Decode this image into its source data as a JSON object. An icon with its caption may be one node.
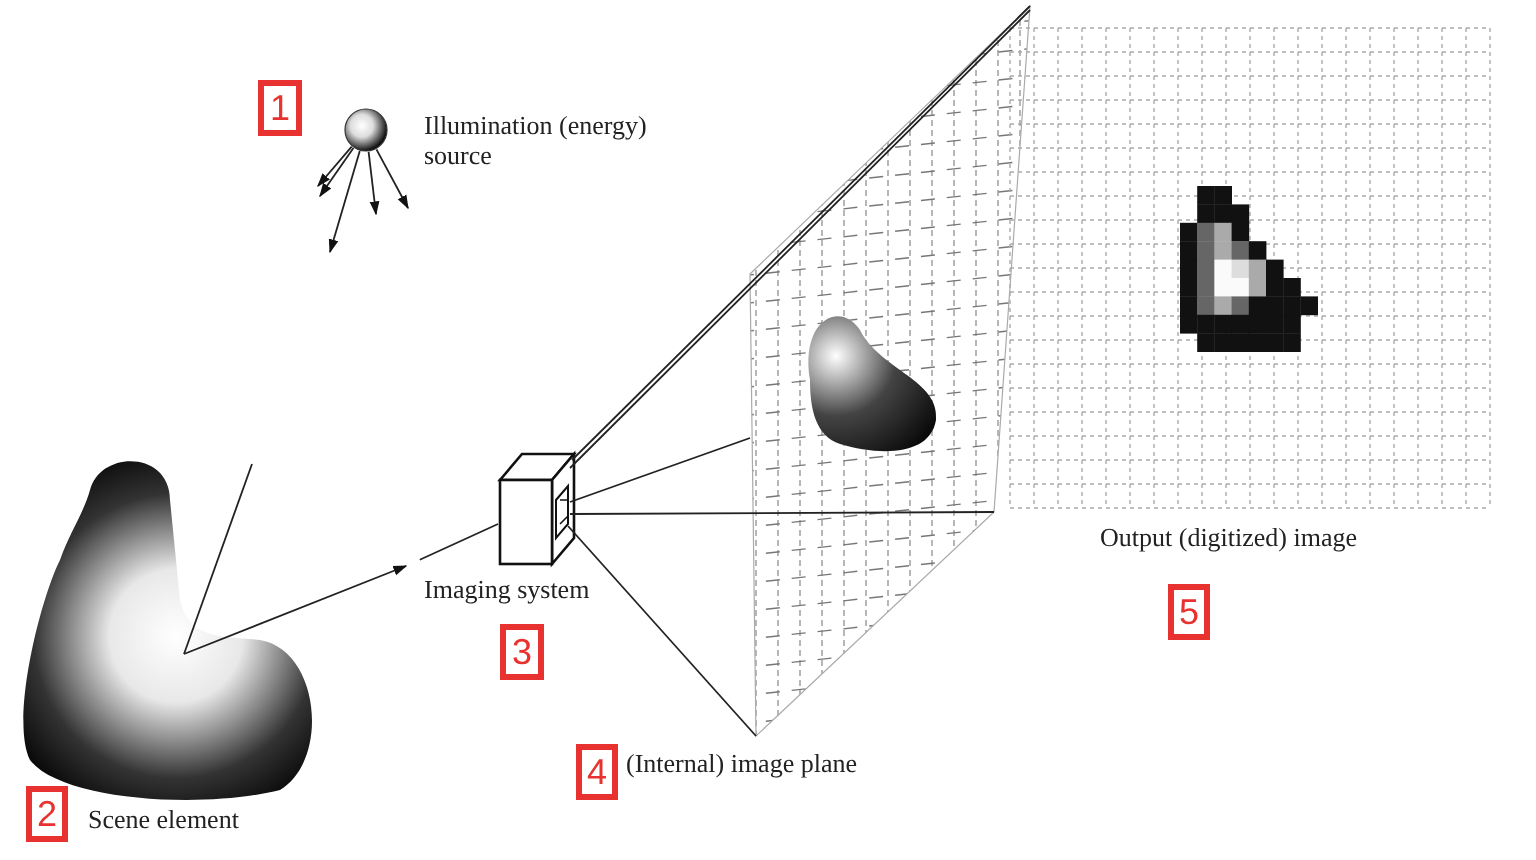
{
  "diagram": {
    "nodes": [
      {
        "text": [],
        "shape": "circle",
        "beside": [
          "Illumination (energy) source"
        ]
      },
      {
        "text": [],
        "shape": "picture",
        "beside": [
          "Scene element"
        ]
      },
      {
        "text": [],
        "shape": "box",
        "beside": [
          "Imaging system"
        ]
      },
      {
        "text": [],
        "shape": "picture",
        "beside": [
          "(Internal) image plane"
        ]
      },
      {
        "text": [],
        "shape": "picture",
        "beside": [
          "Output (digitized) image"
        ]
      },
      {
        "text": [
          "1"
        ]
      },
      {
        "text": [
          "2"
        ]
      },
      {
        "text": [
          "3"
        ]
      },
      {
        "text": [
          "4"
        ]
      },
      {
        "text": [
          "5"
        ]
      }
    ],
    "edges": [
      {
        "from": 0,
        "to": null,
        "arrow": "to"
      },
      {
        "from": 0,
        "to": null,
        "arrow": "to"
      },
      {
        "from": 0,
        "to": null,
        "arrow": "to"
      },
      {
        "from": 0,
        "to": null,
        "arrow": "to"
      },
      {
        "from": 0,
        "to": null,
        "arrow": "to"
      },
      {
        "from": null,
        "to": 1,
        "arrow": "none"
      },
      {
        "from": 1,
        "to": 2,
        "arrow": "to"
      },
      {
        "from": 2,
        "to": 3,
        "arrow": "none"
      },
      {
        "from": 2,
        "to": 3,
        "arrow": "none"
      },
      {
        "from": 2,
        "to": 3,
        "arrow": "none"
      },
      {
        "from": 2,
        "to": 3,
        "arrow": "none"
      },
      {
        "from": 2,
        "to": 3,
        "arrow": "none"
      }
    ]
  }
}
